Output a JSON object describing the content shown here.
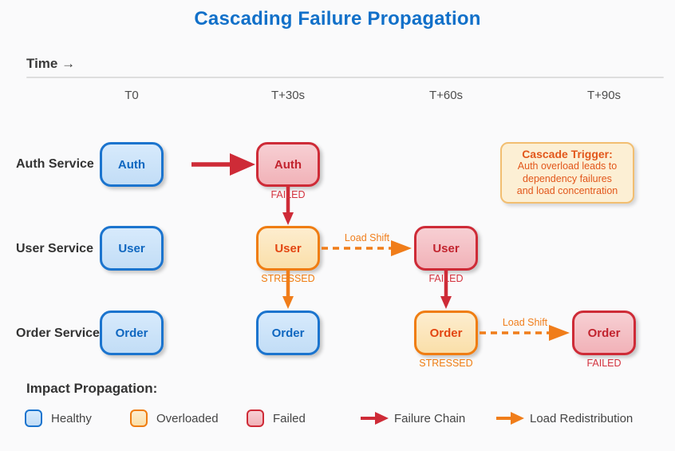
{
  "title": "Cascading Failure Propagation",
  "timeline": {
    "label": "Time →",
    "ticks": [
      "T0",
      "T+30s",
      "T+60s",
      "T+90s"
    ]
  },
  "rows": [
    {
      "label": "Auth Service"
    },
    {
      "label": "User Service"
    },
    {
      "label": "Order Service"
    }
  ],
  "nodes": [
    {
      "label": "Auth",
      "state": "healthy",
      "row": "Auth Service",
      "time": "T0",
      "status": ""
    },
    {
      "label": "Auth",
      "state": "failed",
      "row": "Auth Service",
      "time": "T+30s",
      "status": "FAILED"
    },
    {
      "label": "User",
      "state": "healthy",
      "row": "User Service",
      "time": "T0",
      "status": ""
    },
    {
      "label": "User",
      "state": "overloaded",
      "row": "User Service",
      "time": "T+30s",
      "status": "STRESSED"
    },
    {
      "label": "User",
      "state": "failed",
      "row": "User Service",
      "time": "T+60s",
      "status": "FAILED"
    },
    {
      "label": "Order",
      "state": "healthy",
      "row": "Order Service",
      "time": "T0",
      "status": ""
    },
    {
      "label": "Order",
      "state": "healthy",
      "row": "Order Service",
      "time": "T+30s",
      "status": ""
    },
    {
      "label": "Order",
      "state": "overloaded",
      "row": "Order Service",
      "time": "T+60s",
      "status": "STRESSED"
    },
    {
      "label": "Order",
      "state": "failed",
      "row": "Order Service",
      "time": "T+90s",
      "status": "FAILED"
    }
  ],
  "edges": [
    {
      "label": "Load Shift"
    },
    {
      "label": "Load Shift"
    }
  ],
  "annotation": {
    "title": "Cascade Trigger:",
    "lines": [
      "Auth overload leads to",
      "dependency failures",
      "and load concentration"
    ]
  },
  "legend": {
    "title": "Impact Propagation:",
    "items": [
      {
        "label": "Healthy"
      },
      {
        "label": "Overloaded"
      },
      {
        "label": "Failed"
      },
      {
        "label": "Failure Chain"
      },
      {
        "label": "Load Redistribution"
      }
    ]
  },
  "colors": {
    "title": "#1170c9",
    "healthy_border": "#1b74ce",
    "overloaded_border": "#ef7d12",
    "failed_border": "#ce2b37",
    "failure_arrow": "#ce2b37",
    "load_arrow": "#f07d1a",
    "annotation_bg": "#fcefd4",
    "annotation_text": "#e2571b"
  }
}
